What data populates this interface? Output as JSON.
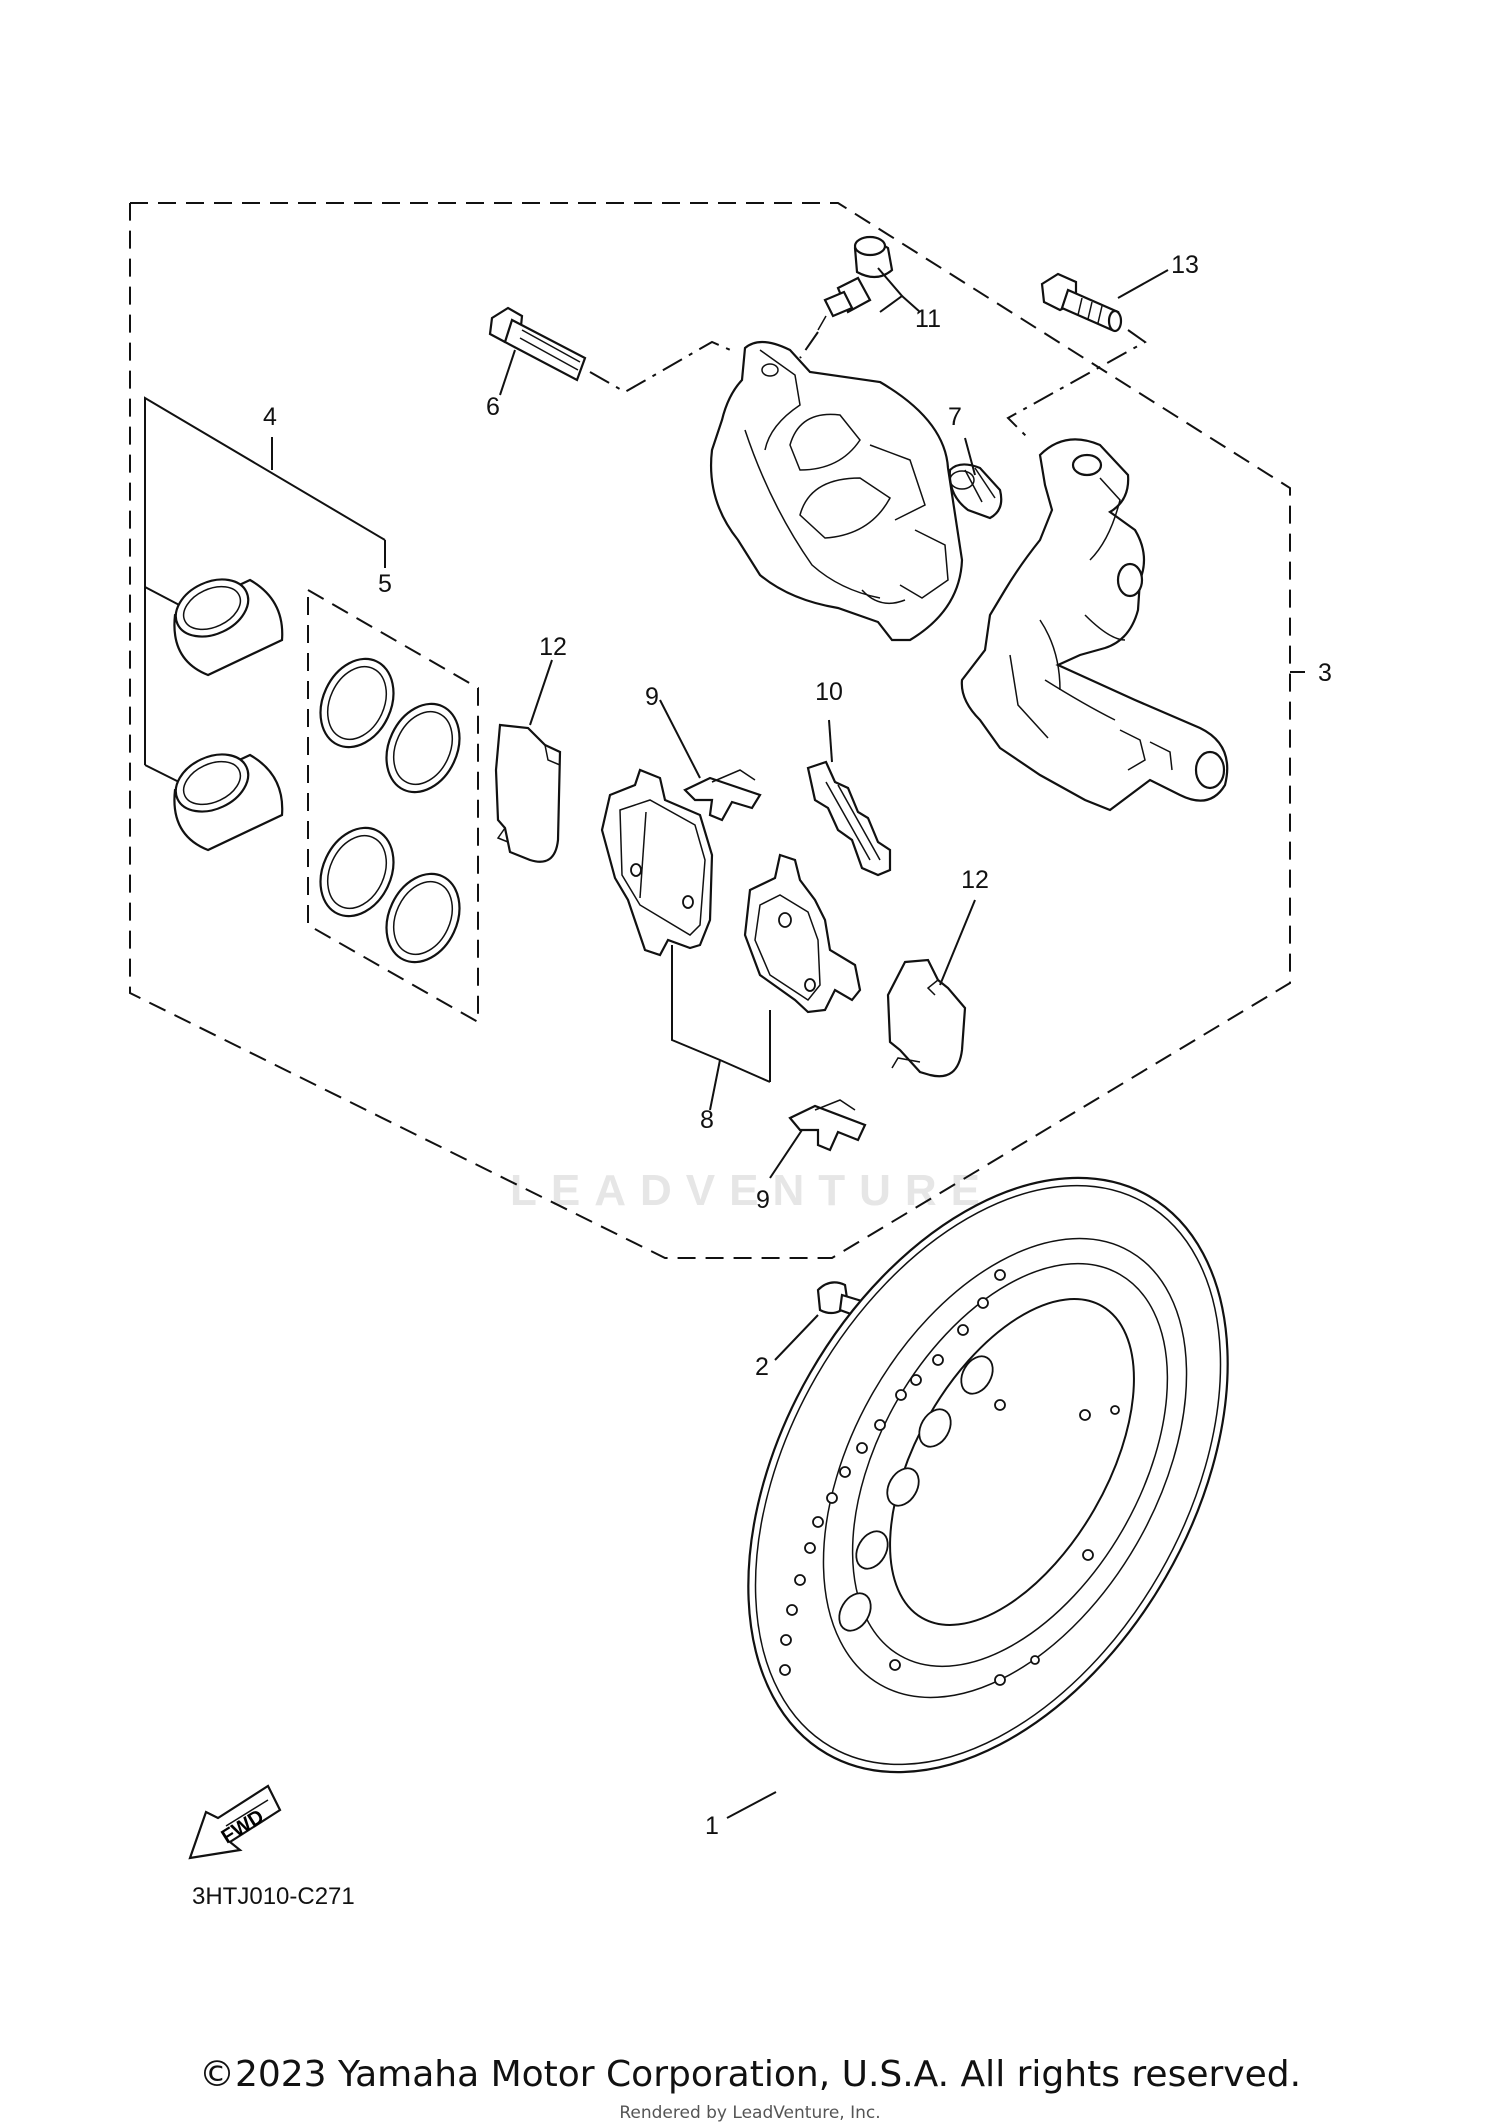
{
  "diagram": {
    "callouts": {
      "c1": "1",
      "c2": "2",
      "c3": "3",
      "c4": "4",
      "c5": "5",
      "c6": "6",
      "c7": "7",
      "c8": "8",
      "c9a": "9",
      "c9b": "9",
      "c10": "10",
      "c11": "11",
      "c12a": "12",
      "c12b": "12",
      "c13": "13"
    },
    "fwd_label": "FWD",
    "diagram_code": "3HTJ010-C271",
    "watermark": "LEADVENTURE"
  },
  "footer": {
    "copyright": "©2023 Yamaha Motor Corporation, U.S.A. All rights reserved.",
    "rendered_by": "Rendered by LeadVenture, Inc."
  }
}
